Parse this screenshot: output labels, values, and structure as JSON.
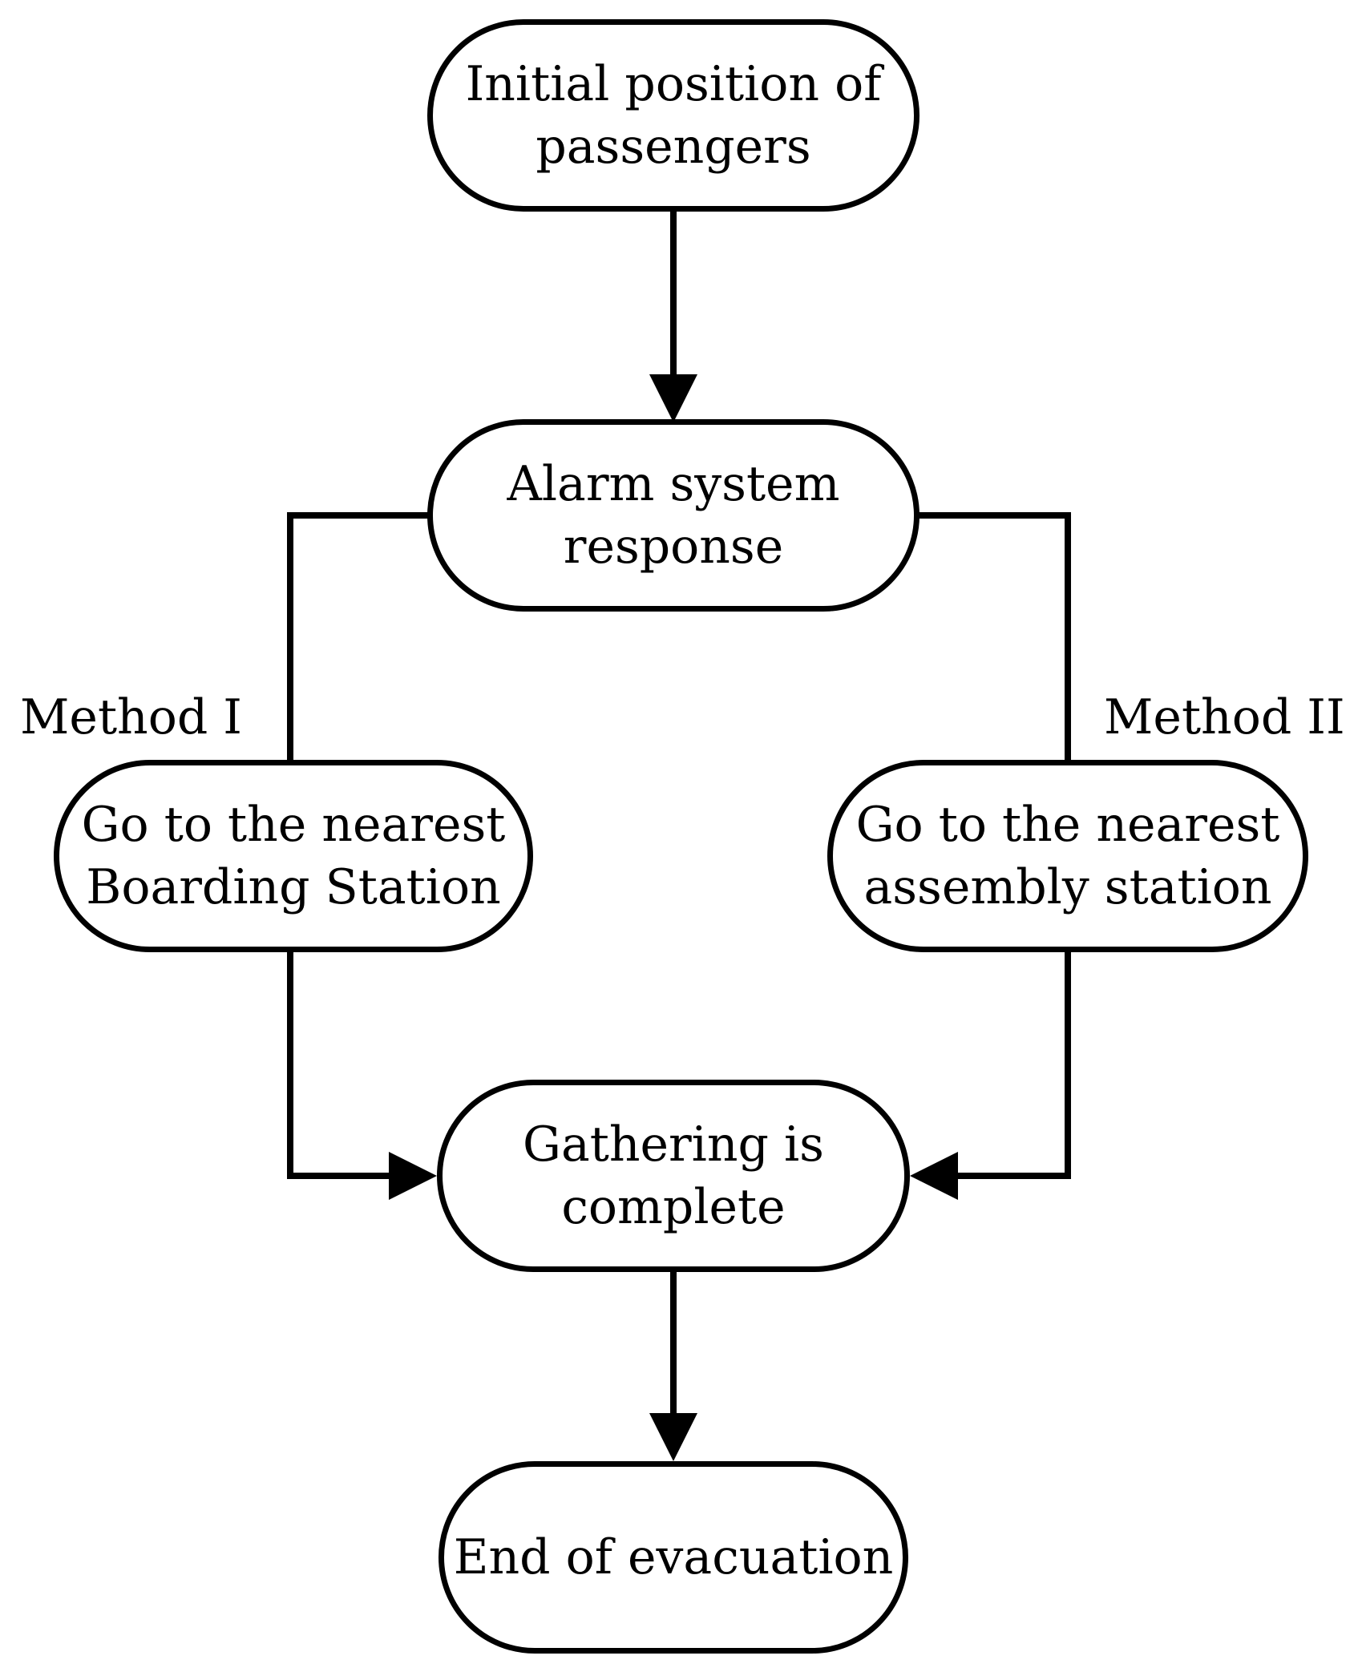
{
  "figure": {
    "background": "#ffffff",
    "stroke_color": "#000000",
    "text_color": "#000000",
    "nodes": {
      "initial": {
        "lines": [
          "Initial position of",
          "passengers"
        ]
      },
      "alarm": {
        "lines": [
          "Alarm system",
          "response"
        ]
      },
      "boarding": {
        "lines": [
          "Go to the nearest",
          "Boarding Station"
        ]
      },
      "assembly": {
        "lines": [
          "Go to the nearest",
          "assembly station"
        ]
      },
      "gathering": {
        "lines": [
          "Gathering is",
          "complete"
        ]
      },
      "end": {
        "lines": [
          "End of evacuation"
        ]
      }
    },
    "edge_labels": {
      "method1": "Method I",
      "method2": "Method II"
    },
    "edges": [
      {
        "from": "initial",
        "to": "alarm"
      },
      {
        "from": "alarm",
        "to": "boarding",
        "label": "Method I"
      },
      {
        "from": "alarm",
        "to": "assembly",
        "label": "Method II"
      },
      {
        "from": "boarding",
        "to": "gathering"
      },
      {
        "from": "assembly",
        "to": "gathering"
      },
      {
        "from": "gathering",
        "to": "end"
      }
    ]
  }
}
